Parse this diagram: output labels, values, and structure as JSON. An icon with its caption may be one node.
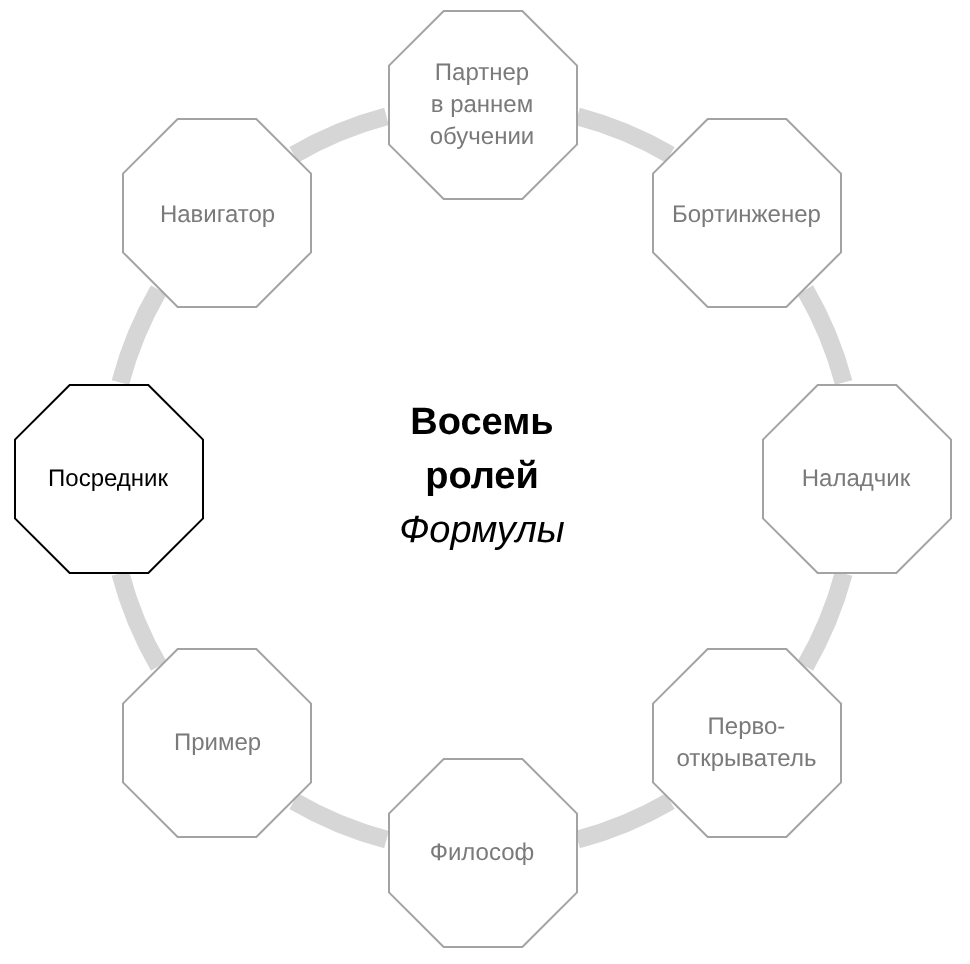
{
  "diagram": {
    "title": "**Восемь ролей** *Формулы*",
    "nodes": [
      {
        "text": [
          "Партнер в раннем обучении"
        ]
      },
      {
        "text": [
          "Бортинженер"
        ]
      },
      {
        "text": [
          "Наладчик"
        ]
      },
      {
        "text": [
          "Перво-открыватель"
        ]
      },
      {
        "text": [
          "Философ"
        ]
      },
      {
        "text": [
          "Пример"
        ]
      },
      {
        "text": [
          "Посредник"
        ]
      },
      {
        "text": [
          "Навигатор"
        ]
      }
    ],
    "edges": [
      {
        "from": 0,
        "to": 1,
        "arrow": "none"
      },
      {
        "from": 1,
        "to": 2,
        "arrow": "none"
      },
      {
        "from": 2,
        "to": 3,
        "arrow": "none"
      },
      {
        "from": 3,
        "to": 4,
        "arrow": "none"
      },
      {
        "from": 4,
        "to": 5,
        "arrow": "none"
      },
      {
        "from": 5,
        "to": 6,
        "arrow": "none"
      },
      {
        "from": 6,
        "to": 7,
        "arrow": "none"
      },
      {
        "from": 7,
        "to": 0,
        "arrow": "none"
      }
    ]
  }
}
